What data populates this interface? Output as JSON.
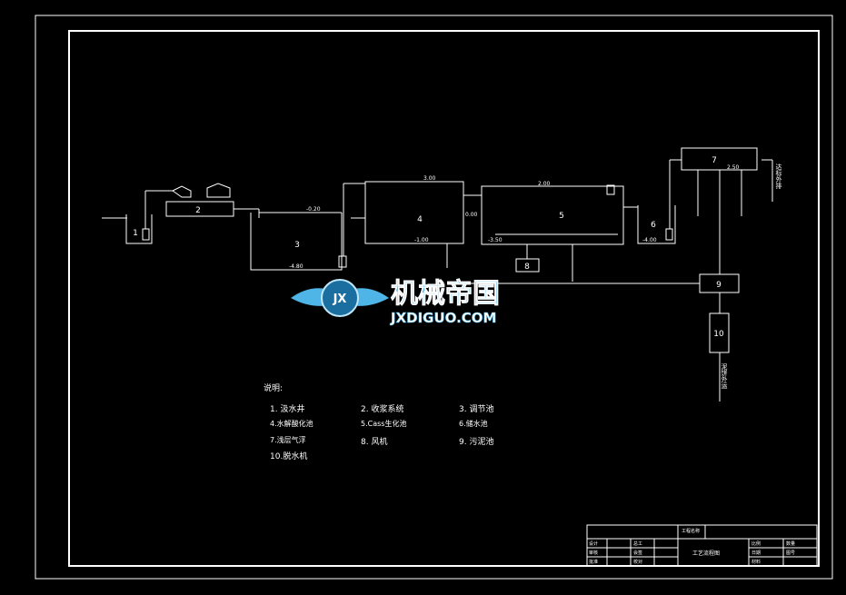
{
  "units": [
    {
      "num": "1",
      "label": "1. 汲水井"
    },
    {
      "num": "2",
      "label": "2. 收浆系统"
    },
    {
      "num": "3",
      "label": "3. 调节池"
    },
    {
      "num": "4",
      "label": "4.水解酸化池"
    },
    {
      "num": "5",
      "label": "5.Cass生化池"
    },
    {
      "num": "6",
      "label": "6.储水池"
    },
    {
      "num": "7",
      "label": "7.浅层气浮"
    },
    {
      "num": "8",
      "label": "8. 风机"
    },
    {
      "num": "9",
      "label": "9. 污泥池"
    },
    {
      "num": "10",
      "label": "10.脱水机"
    }
  ],
  "notes_title": "说明:",
  "levels": {
    "tank3_top": "-0.20",
    "tank3_bottom": "-4.80",
    "tank4_top": "3.00",
    "tank4_bottom": "-1.00",
    "tank45_mid": "0.00",
    "tank5_top": "2.00",
    "tank5_bottom": "-3.50",
    "tank6_bottom": "-4.00",
    "tank7": "2.50"
  },
  "side_labels": {
    "outfall": "达标外排",
    "sludge": "泥饼外运"
  },
  "watermark": {
    "brand": "机械帝国",
    "url": "JXDIGUO.COM",
    "badge": "JX"
  },
  "title_block": {
    "drawing_title": "工艺流程图",
    "small_title": "工程名称",
    "row_labels": [
      "设计",
      "审核",
      "批准"
    ],
    "col_labels": [
      "比例",
      "数量",
      "日期",
      "图号",
      "材料"
    ],
    "mid_labels": [
      "总工",
      "会签",
      "校对"
    ]
  },
  "colors": {
    "background": "#000000",
    "line": "#ffffff",
    "watermark": "#4fb5e6"
  }
}
